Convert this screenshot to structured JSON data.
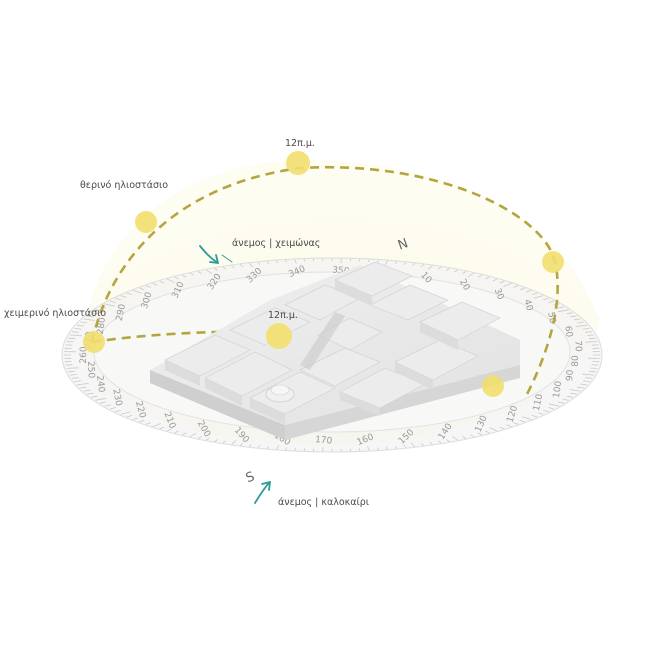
{
  "labels": {
    "noon_top": "12π.μ.",
    "noon_low": "12π.μ.",
    "summer_solstice": "θερινό ηλιοστάσιο",
    "winter_solstice": "χειμερινό ηλιοστάσιο",
    "wind_winter": "άνεμος | χειμώνας",
    "wind_summer": "άνεμος | καλοκαίρι",
    "north": "N",
    "south": "S"
  },
  "compass": {
    "start": 0,
    "end": 350,
    "step": 10
  },
  "colors": {
    "sun": "#f2df6e",
    "sun_path": "#b5a540",
    "dome": "#fbf8d6",
    "ring": "#f1f1f1",
    "ring_ticks": "#c9c9c9",
    "wind": "#2a9d98",
    "model": "#e9e9e9",
    "model_shadow": "#cfcfcf"
  },
  "icons": {
    "sun": "sun-icon",
    "wind": "wind-arrow-icon"
  }
}
